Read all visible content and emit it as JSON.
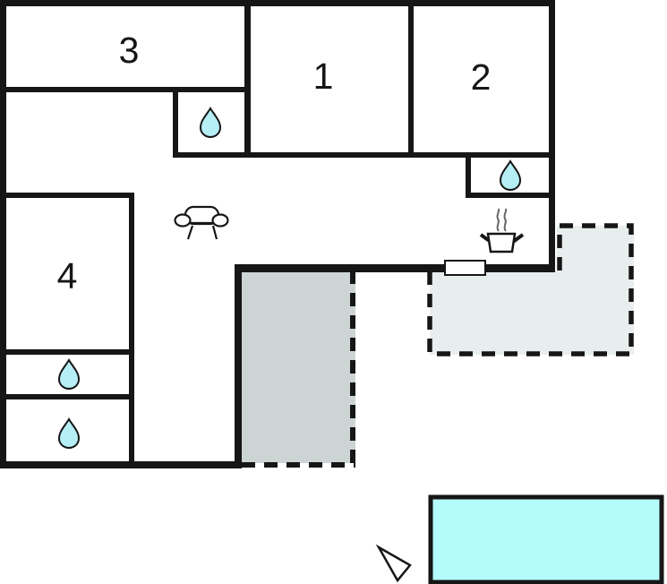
{
  "diagram": {
    "type": "floor-plan",
    "description": "Holiday home floor plan with numbered rooms, bathrooms, terraces and outdoor pool"
  },
  "rooms": [
    {
      "id": "room-3",
      "label": "3"
    },
    {
      "id": "room-1",
      "label": "1"
    },
    {
      "id": "room-2",
      "label": "2"
    },
    {
      "id": "room-4",
      "label": "4"
    }
  ],
  "icons": [
    {
      "name": "water-drop-icon",
      "meaning": "bathroom / water point",
      "count": 4
    },
    {
      "name": "sofa-icon",
      "meaning": "living room",
      "count": 1
    },
    {
      "name": "cooking-pot-icon",
      "meaning": "kitchen",
      "count": 1
    },
    {
      "name": "compass-arrow-icon",
      "meaning": "orientation pointer",
      "count": 1
    }
  ],
  "features": {
    "pool": "outdoor pool",
    "terrace_center": "covered terrace (dashed outline)",
    "terrace_right": "terrace (dashed outline)",
    "door_window": "door/window marker on south wall"
  },
  "colors": {
    "wall": "#161616",
    "background": "#ffffff",
    "room_fill": "#ffffff",
    "water_drop": "#b6eef6",
    "pool": "#b4fbfb",
    "terrace_center": "#ccd4d4",
    "terrace_right": "#e8eded",
    "steam": "#666666"
  }
}
